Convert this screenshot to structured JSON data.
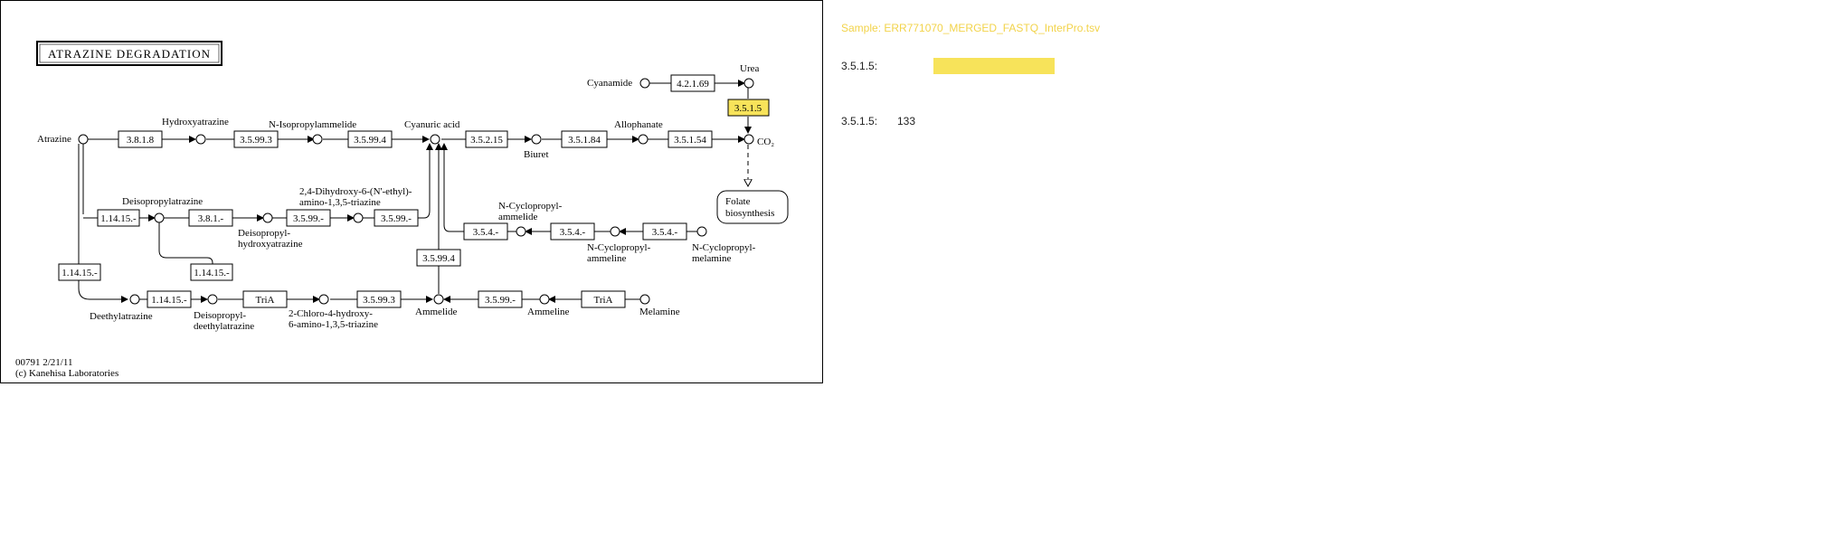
{
  "map": {
    "title": "ATRAZINE DEGRADATION",
    "footer_id": "00791 2/21/11",
    "footer_copyright": "(c) Kanehisa Laboratories",
    "compounds": {
      "atrazine": "Atrazine",
      "hydroxyatrazine": "Hydroxyatrazine",
      "n_isopropylammelide": "N-Isopropylammelide",
      "cyanuric_acid": "Cyanuric acid",
      "cyanamide": "Cyanamide",
      "urea": "Urea",
      "co2": "CO₂",
      "biuret": "Biuret",
      "allophanate": "Allophanate",
      "deisopropylatrazine": "Deisopropylatrazine",
      "dihydroxy_line1": "2,4-Dihydroxy-6-(N'-ethyl)-",
      "dihydroxy_line2": "amino-1,3,5-triazine",
      "deisopropylhydroxy_line1": "Deisopropyl-",
      "deisopropylhydroxy_line2": "hydroxyatrazine",
      "n_cyclopropylammelide_line1": "N-Cyclopropyl-",
      "n_cyclopropylammelide_line2": "ammelide",
      "n_cyclopropylammeline_line1": "N-Cyclopropyl-",
      "n_cyclopropylammeline_line2": "ammeline",
      "n_cyclopropylmelamine_line1": "N-Cyclopropyl-",
      "n_cyclopropylmelamine_line2": "melamine",
      "deethylatrazine": "Deethylatrazine",
      "deisopropyldeethyl_line1": "Deisopropyl-",
      "deisopropyldeethyl_line2": "deethylatrazine",
      "chloro_line1": "2-Chloro-4-hydroxy-",
      "chloro_line2": "6-amino-1,3,5-triazine",
      "ammelide": "Ammelide",
      "ammeline": "Ammeline",
      "melamine": "Melamine",
      "folate_line1": "Folate",
      "folate_line2": "biosynthesis"
    },
    "enzymes": {
      "e3818": "3.8.1.8",
      "e35993a": "3.5.99.3",
      "e35994a": "3.5.99.4",
      "e35215": "3.5.2.15",
      "e35184": "3.5.1.84",
      "e35154": "3.5.1.54",
      "e42169": "4.2.1.69",
      "e3515": "3.5.1.5",
      "e11415a": "1.14.15.-",
      "e381": "3.8.1.-",
      "e3599a": "3.5.99.-",
      "e3599b": "3.5.99.-",
      "e354a": "3.5.4.-",
      "e354b": "3.5.4.-",
      "e354c": "3.5.4.-",
      "e35994b": "3.5.99.4",
      "e11415b": "1.14.15.-",
      "e11415c": "1.14.15.-",
      "e11415d": "1.14.15.-",
      "tria1": "TriA",
      "e35993b": "3.5.99.3",
      "e3599c": "3.5.99.-",
      "tria2": "TriA"
    },
    "highlight_color": "#f7e35a"
  },
  "sidebar": {
    "sample_title": "Sample: ERR771070_MERGED_FASTQ_InterPro.tsv",
    "ec_rows": [
      {
        "label": "3.5.1.5:",
        "bar_fraction": 1.0,
        "bar_color": "#f7e35a"
      }
    ],
    "count_rows": [
      {
        "label": "3.5.1.5:",
        "count": "133"
      }
    ]
  }
}
